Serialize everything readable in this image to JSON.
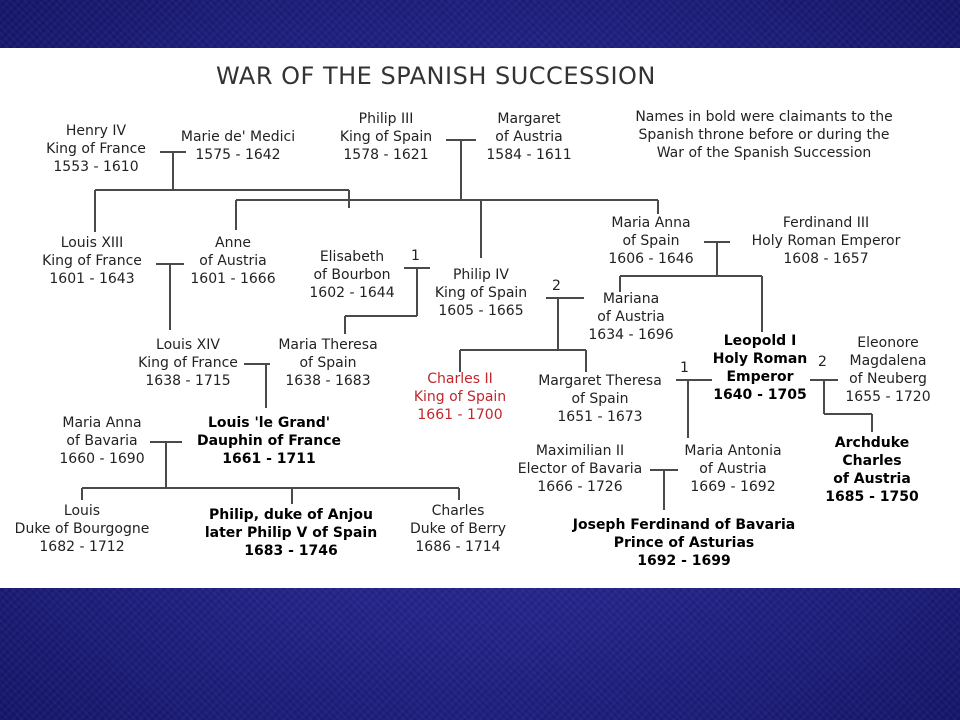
{
  "title": "WAR OF THE SPANISH SUCCESSION",
  "note": [
    "Names in bold were claimants to the",
    "Spanish throne before or during the",
    "War of the Spanish Succession"
  ],
  "people": {
    "henry_iv": [
      "Henry IV",
      "King of France",
      "1553 - 1610"
    ],
    "marie_de_medici": [
      "Marie de' Medici",
      "1575 - 1642"
    ],
    "philip_iii": [
      "Philip III",
      "King of Spain",
      "1578 - 1621"
    ],
    "margaret_of_austria": [
      "Margaret",
      "of Austria",
      "1584 - 1611"
    ],
    "louis_xiii": [
      "Louis XIII",
      "King of France",
      "1601 - 1643"
    ],
    "anne_of_austria": [
      "Anne",
      "of Austria",
      "1601 - 1666"
    ],
    "elisabeth_of_bourbon": [
      "Elisabeth",
      "of Bourbon",
      "1602 - 1644"
    ],
    "philip_iv": [
      "Philip IV",
      "King of Spain",
      "1605 - 1665"
    ],
    "maria_anna_of_spain": [
      "Maria Anna",
      "of Spain",
      "1606 - 1646"
    ],
    "ferdinand_iii": [
      "Ferdinand III",
      "Holy Roman Emperor",
      "1608 - 1657"
    ],
    "mariana_of_austria": [
      "Mariana",
      "of Austria",
      "1634 - 1696"
    ],
    "louis_xiv": [
      "Louis XIV",
      "King of France",
      "1638 - 1715"
    ],
    "maria_theresa_of_spain": [
      "Maria Theresa",
      "of Spain",
      "1638 - 1683"
    ],
    "charles_ii": [
      "Charles II",
      "King of Spain",
      "1661 - 1700"
    ],
    "margaret_theresa": [
      "Margaret Theresa",
      "of Spain",
      "1651 - 1673"
    ],
    "leopold_i": [
      "Leopold I",
      "Holy Roman",
      "Emperor",
      "1640 - 1705"
    ],
    "eleonore_magdalena": [
      "Eleonore",
      "Magdalena",
      "of Neuberg",
      "1655 - 1720"
    ],
    "maria_anna_of_bavaria": [
      "Maria Anna",
      "of Bavaria",
      "1660 - 1690"
    ],
    "louis_le_grand": [
      "Louis 'le Grand'",
      "Dauphin of France",
      "1661 - 1711"
    ],
    "maximilian_ii": [
      "Maximilian II",
      "Elector of Bavaria",
      "1666 - 1726"
    ],
    "maria_antonia": [
      "Maria Antonia",
      "of Austria",
      "1669 - 1692"
    ],
    "archduke_charles": [
      "Archduke",
      "Charles",
      "of Austria",
      "1685 - 1750"
    ],
    "louis_bourgogne": [
      "Louis",
      "Duke of Bourgogne",
      "1682 - 1712"
    ],
    "philip_anjou": [
      "Philip, duke of Anjou",
      "later Philip V of Spain",
      "1683 - 1746"
    ],
    "charles_berry": [
      "Charles",
      "Duke of Berry",
      "1686 - 1714"
    ],
    "joseph_ferdinand": [
      "Joseph Ferdinand of Bavaria",
      "Prince of Asturias",
      "1692 - 1699"
    ]
  },
  "marriage_numbers": {
    "philip_iv_1": "1",
    "philip_iv_2": "2",
    "leopold_1": "1",
    "leopold_2": "2"
  },
  "colors": {
    "claimant_bold": "#000000",
    "charles_ii_red": "#c0272d",
    "background_blue": "#222388"
  }
}
